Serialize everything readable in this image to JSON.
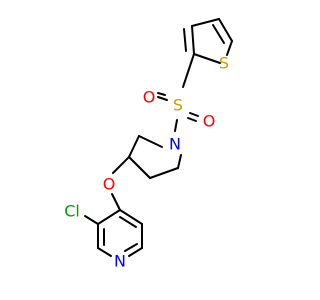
{
  "molecule": {
    "atoms": {
      "S_thiophene": {
        "symbol": "S",
        "color": "#c8a000"
      },
      "S_sulfonyl": {
        "symbol": "S",
        "color": "#c8a000"
      },
      "O_sulfonyl_1": {
        "symbol": "O",
        "color": "#ff0000"
      },
      "O_sulfonyl_2": {
        "symbol": "O",
        "color": "#ff0000"
      },
      "N_pyrrolidine": {
        "symbol": "N",
        "color": "#0000ff"
      },
      "O_ether": {
        "symbol": "O",
        "color": "#ff0000"
      },
      "Cl": {
        "symbol": "Cl",
        "color": "#00a000"
      },
      "N_pyridine": {
        "symbol": "N",
        "color": "#0000ff"
      }
    }
  }
}
